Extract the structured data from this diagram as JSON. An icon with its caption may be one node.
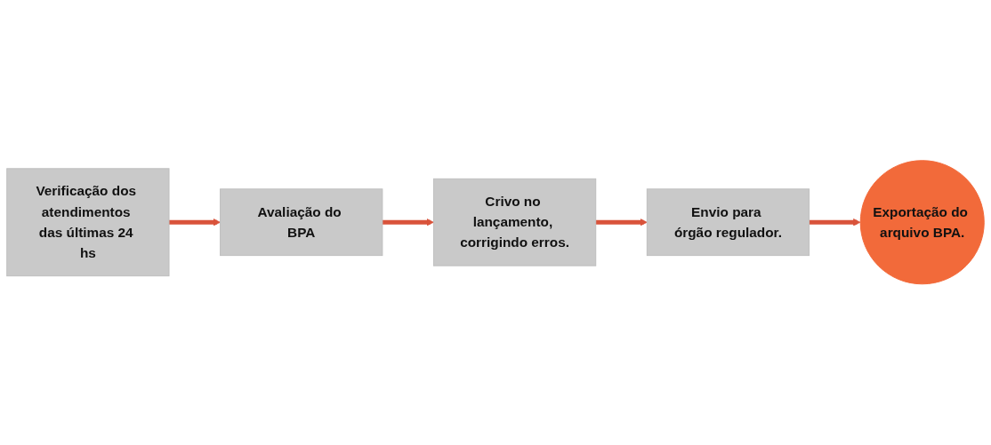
{
  "diagram": {
    "nodes": [
      {
        "text": [
          "Verificação dos atendimentos das últimas 24 hs"
        ]
      },
      {
        "text": [
          "Avaliação do BPA"
        ]
      },
      {
        "text": [
          "Crivo no lançamento, corrigindo erros."
        ]
      },
      {
        "text": [
          "Envio para órgão regulador."
        ]
      },
      {
        "text": [
          "Exportação do arquivo BPA."
        ]
      }
    ],
    "edges": [
      {
        "from": 0,
        "to": 1,
        "arrow": "to"
      },
      {
        "from": 1,
        "to": 2,
        "arrow": "to"
      },
      {
        "from": 2,
        "to": 3,
        "arrow": "to"
      },
      {
        "from": 3,
        "to": 4,
        "arrow": "to"
      }
    ]
  }
}
